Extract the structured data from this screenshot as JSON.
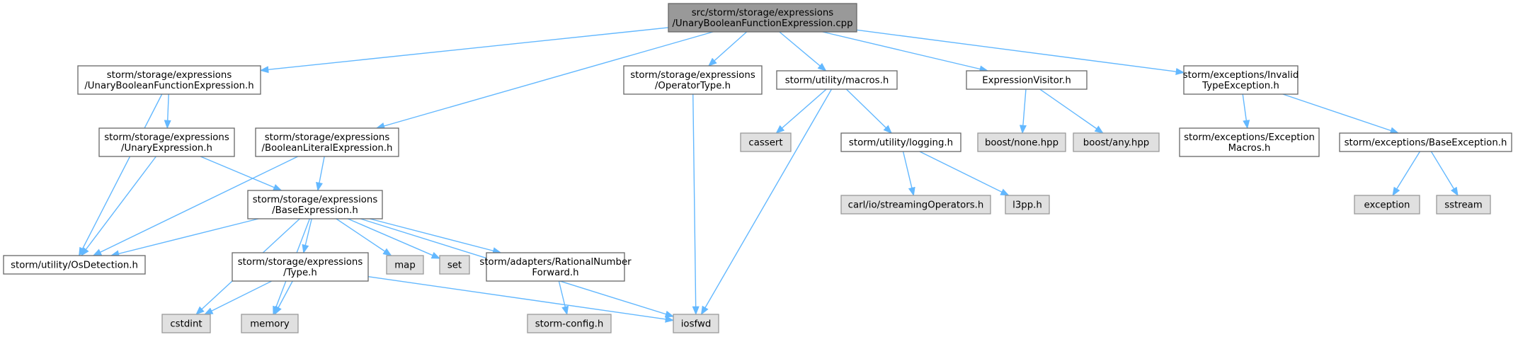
{
  "colors": {
    "edge": "#63b8ff",
    "root_fill": "#999999",
    "node_fill": "#ffffff",
    "external_fill": "#e0e0e0",
    "node_border": "#666666",
    "external_border": "#999999"
  },
  "nodes": [
    {
      "id": "root",
      "lines": [
        "src/storm/storage/expressions",
        "/UnaryBooleanFunctionExpression.cpp"
      ],
      "kind": "root"
    },
    {
      "id": "ubfe_h",
      "lines": [
        "storm/storage/expressions",
        "/UnaryBooleanFunctionExpression.h"
      ],
      "kind": "file"
    },
    {
      "id": "ble_h",
      "lines": [
        "storm/storage/expressions",
        "/BooleanLiteralExpression.h"
      ],
      "kind": "file"
    },
    {
      "id": "optype_h",
      "lines": [
        "storm/storage/expressions",
        "/OperatorType.h"
      ],
      "kind": "file"
    },
    {
      "id": "macros_h",
      "lines": [
        "storm/utility/macros.h"
      ],
      "kind": "file"
    },
    {
      "id": "visitor_h",
      "lines": [
        "ExpressionVisitor.h"
      ],
      "kind": "file"
    },
    {
      "id": "ite_h",
      "lines": [
        "storm/exceptions/Invalid",
        "TypeException.h"
      ],
      "kind": "file"
    },
    {
      "id": "ue_h",
      "lines": [
        "storm/storage/expressions",
        "/UnaryExpression.h"
      ],
      "kind": "file"
    },
    {
      "id": "be_h",
      "lines": [
        "storm/storage/expressions",
        "/BaseExpression.h"
      ],
      "kind": "file"
    },
    {
      "id": "osdet_h",
      "lines": [
        "storm/utility/OsDetection.h"
      ],
      "kind": "file"
    },
    {
      "id": "type_h",
      "lines": [
        "storm/storage/expressions",
        "/Type.h"
      ],
      "kind": "file"
    },
    {
      "id": "map",
      "lines": [
        "map"
      ],
      "kind": "external"
    },
    {
      "id": "set",
      "lines": [
        "set"
      ],
      "kind": "external"
    },
    {
      "id": "rnf_h",
      "lines": [
        "storm/adapters/RationalNumber",
        "Forward.h"
      ],
      "kind": "file"
    },
    {
      "id": "cstdint",
      "lines": [
        "cstdint"
      ],
      "kind": "external"
    },
    {
      "id": "memory",
      "lines": [
        "memory"
      ],
      "kind": "external"
    },
    {
      "id": "iosfwd",
      "lines": [
        "iosfwd"
      ],
      "kind": "external"
    },
    {
      "id": "stormcfg",
      "lines": [
        "storm-config.h"
      ],
      "kind": "external"
    },
    {
      "id": "cassert",
      "lines": [
        "cassert"
      ],
      "kind": "external"
    },
    {
      "id": "logging_h",
      "lines": [
        "storm/utility/logging.h"
      ],
      "kind": "file"
    },
    {
      "id": "carl",
      "lines": [
        "carl/io/streamingOperators.h"
      ],
      "kind": "external"
    },
    {
      "id": "l3pp",
      "lines": [
        "l3pp.h"
      ],
      "kind": "external"
    },
    {
      "id": "bnone",
      "lines": [
        "boost/none.hpp"
      ],
      "kind": "external"
    },
    {
      "id": "bany",
      "lines": [
        "boost/any.hpp"
      ],
      "kind": "external"
    },
    {
      "id": "excmacros_h",
      "lines": [
        "storm/exceptions/Exception",
        "Macros.h"
      ],
      "kind": "file"
    },
    {
      "id": "baseexc_h",
      "lines": [
        "storm/exceptions/BaseException.h"
      ],
      "kind": "file"
    },
    {
      "id": "exception",
      "lines": [
        "exception"
      ],
      "kind": "external"
    },
    {
      "id": "sstream",
      "lines": [
        "sstream"
      ],
      "kind": "external"
    }
  ],
  "edges": [
    [
      "root",
      "ubfe_h"
    ],
    [
      "root",
      "ble_h"
    ],
    [
      "root",
      "optype_h"
    ],
    [
      "root",
      "macros_h"
    ],
    [
      "root",
      "visitor_h"
    ],
    [
      "root",
      "ite_h"
    ],
    [
      "ubfe_h",
      "ue_h"
    ],
    [
      "ubfe_h",
      "osdet_h"
    ],
    [
      "ue_h",
      "be_h"
    ],
    [
      "ue_h",
      "osdet_h"
    ],
    [
      "ble_h",
      "be_h"
    ],
    [
      "ble_h",
      "osdet_h"
    ],
    [
      "be_h",
      "osdet_h"
    ],
    [
      "be_h",
      "type_h"
    ],
    [
      "be_h",
      "map"
    ],
    [
      "be_h",
      "set"
    ],
    [
      "be_h",
      "rnf_h"
    ],
    [
      "be_h",
      "cstdint"
    ],
    [
      "be_h",
      "memory"
    ],
    [
      "be_h",
      "iosfwd"
    ],
    [
      "type_h",
      "cstdint"
    ],
    [
      "type_h",
      "memory"
    ],
    [
      "type_h",
      "iosfwd"
    ],
    [
      "rnf_h",
      "stormcfg"
    ],
    [
      "optype_h",
      "iosfwd"
    ],
    [
      "macros_h",
      "cassert"
    ],
    [
      "macros_h",
      "logging_h"
    ],
    [
      "macros_h",
      "iosfwd"
    ],
    [
      "logging_h",
      "carl"
    ],
    [
      "logging_h",
      "l3pp"
    ],
    [
      "visitor_h",
      "bnone"
    ],
    [
      "visitor_h",
      "bany"
    ],
    [
      "ite_h",
      "excmacros_h"
    ],
    [
      "ite_h",
      "baseexc_h"
    ],
    [
      "baseexc_h",
      "exception"
    ],
    [
      "baseexc_h",
      "sstream"
    ]
  ]
}
